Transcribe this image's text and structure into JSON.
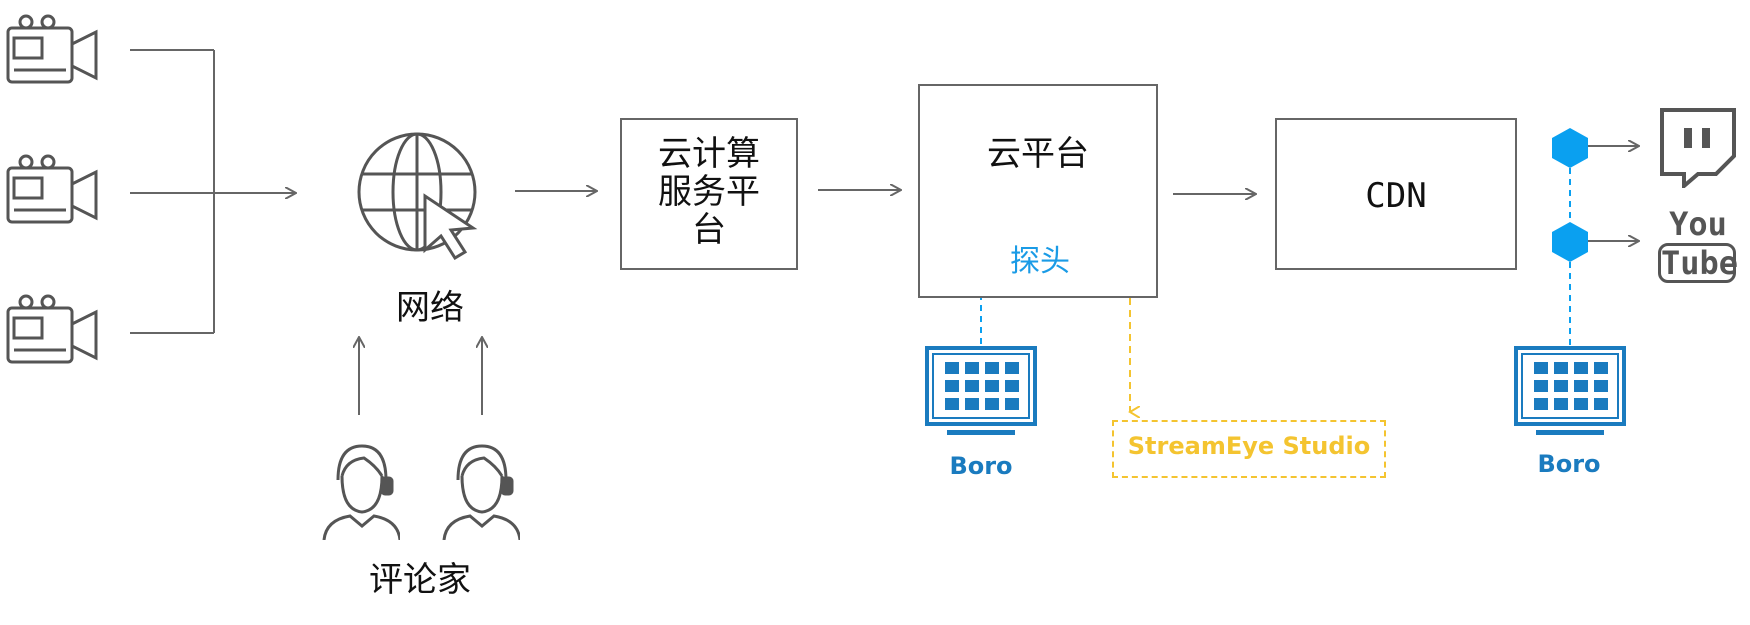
{
  "labels": {
    "network": "网络",
    "commentators": "评论家",
    "cloud_compute_lines": [
      "云计算",
      "服务平",
      "台"
    ],
    "cloud_platform": "云平台",
    "probe": "探头",
    "cdn": "CDN",
    "boro_left": "Boro",
    "boro_right": "Boro",
    "streameye": "StreamEye Studio",
    "youtube_you": "You",
    "youtube_tube": "Tube"
  },
  "colors": {
    "line": "#666666",
    "probe_blue": "#0aa0f0",
    "boro_blue": "#1a7bbf",
    "studio_yellow": "#f4c430"
  },
  "icons": {
    "cameras": [
      "video-camera-icon",
      "video-camera-icon",
      "video-camera-icon"
    ],
    "network": "globe-cursor-icon",
    "commentators": [
      "headset-person-icon",
      "headset-person-icon"
    ],
    "monitors": [
      "monitor-grid-icon",
      "monitor-grid-icon"
    ],
    "twitch": "twitch-icon",
    "youtube": "youtube-icon"
  }
}
